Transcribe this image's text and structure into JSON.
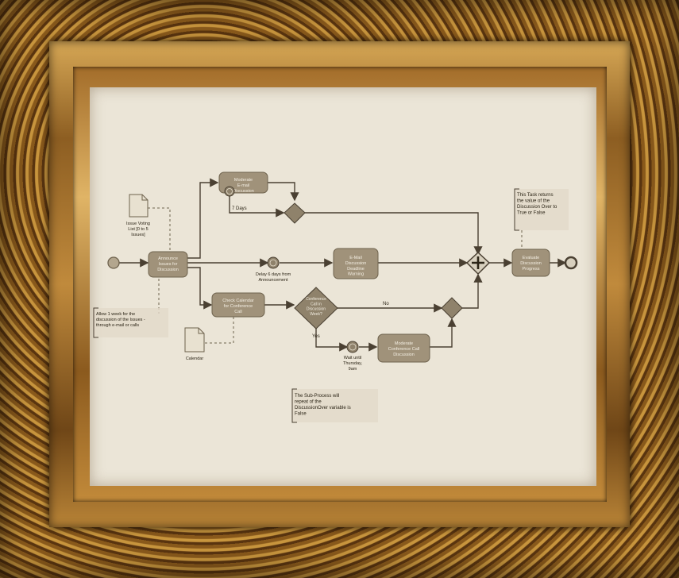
{
  "diagram": {
    "tasks": {
      "announce": "Announce Issues for Discussion",
      "moderate_email": "Moderate E-mail Discussion",
      "email_warning": "E-Mail Discussion Deadline Warning",
      "check_calendar": "Check Calendar for Conference Call",
      "moderate_conference": "Moderate Conference Call Discussion",
      "evaluate": "Evaluate Discussion Progress"
    },
    "gateway_conference": "Conference Call in Discussion Week?",
    "labels": {
      "seven_days": "7 Days",
      "delay": "Delay 6 days from Announcement",
      "wait_until": "Wait until Thursday, 9am",
      "no": "No",
      "yes": "Yes"
    },
    "data_objects": {
      "issue_list": "Issue Voting List [0 to 5 Issues]",
      "calendar": "Calendar"
    },
    "annotations": {
      "allow_week": "Allow 1 week for the discussion of the Issues - through e-mail or calls",
      "task_returns": "This Task returns the value of the Discussion Over to True or False",
      "subprocess_repeat": "The Sub-Process will repeat of the DiscussionOver variable is False"
    },
    "colors": {
      "task_fill": "#a0927a",
      "task_stroke": "#6e624d",
      "line": "#4a4032",
      "canvas": "#ebe5d7"
    }
  }
}
